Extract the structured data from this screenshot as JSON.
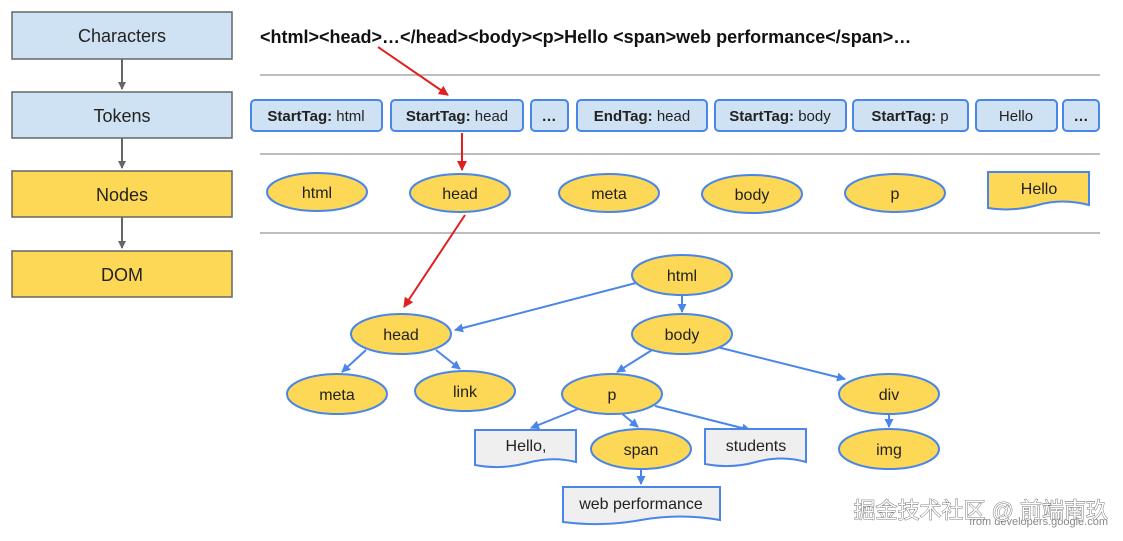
{
  "stages": [
    "Characters",
    "Tokens",
    "Nodes",
    "DOM"
  ],
  "characters_line": "<html><head>…</head><body><p>Hello <span>web performance</span>…",
  "tokens": [
    {
      "kind": "StartTag:",
      "value": "html"
    },
    {
      "kind": "StartTag:",
      "value": "head"
    },
    {
      "kind": "",
      "value": "…"
    },
    {
      "kind": "EndTag:",
      "value": "head"
    },
    {
      "kind": "StartTag:",
      "value": "body"
    },
    {
      "kind": "StartTag:",
      "value": "p"
    },
    {
      "kind": "",
      "value": "Hello"
    },
    {
      "kind": "",
      "value": "…"
    }
  ],
  "nodes": [
    "html",
    "head",
    "meta",
    "body",
    "p",
    "Hello"
  ],
  "dom": {
    "html": "html",
    "body": "body",
    "head": "head",
    "meta": "meta",
    "link": "link",
    "p": "p",
    "div": "div",
    "img": "img",
    "span": "span",
    "hello_text": "Hello,",
    "students_text": "students",
    "web_performance_text": "web performance"
  },
  "watermark": "掘金技术社区 @ 前端南玖",
  "source_note": "from developers.google.com",
  "colors": {
    "stage_blue": "#cfe2f3",
    "stage_yellow": "#fdd756",
    "node_fill": "#fdd756",
    "node_stroke": "#4a86e8",
    "token_fill": "#cfe2f3",
    "edge_blue": "#4a86e8",
    "edge_red": "#e02020",
    "divider": "#bdbdbd",
    "text_box_fill": "#efefef"
  }
}
